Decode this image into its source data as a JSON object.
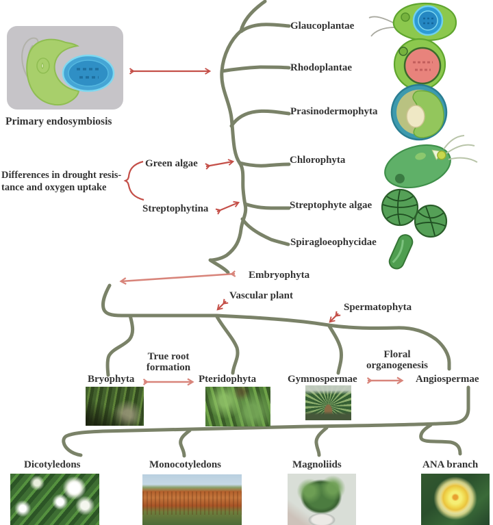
{
  "diagram": {
    "endosymbiosis_label": "Primary endosymbiosis",
    "note_line1": "Differences in drought resis-",
    "note_line2": "tance and oxygen uptake",
    "green_algae": "Green algae",
    "streptophytina": "Streptophytina",
    "vascular_plant": "Vascular plant",
    "spermatophyta": "Spermatophyta",
    "clades": [
      {
        "label": "Glaucoplantae",
        "icon": "glaucophyte-cell-icon"
      },
      {
        "label": "Rhodoplantae",
        "icon": "red-alga-cell-icon"
      },
      {
        "label": "Prasinodermophyta",
        "icon": "prasinoderm-cell-icon"
      },
      {
        "label": "Chlorophyta",
        "icon": "chlamydomonas-cell-icon"
      },
      {
        "label": "Streptophyte algae",
        "icon": "streptophyte-algae-cells-icon"
      },
      {
        "label": "Spiragloeophycidae",
        "icon": "spiragloea-cell-icon"
      },
      {
        "label": "Embryophyta",
        "icon": "none"
      }
    ],
    "land_plants": [
      {
        "label": "Bryophyta",
        "photo": "moss-photo"
      },
      {
        "label": "Pteridophyta",
        "photo": "fern-photo"
      },
      {
        "label": "Gymnospermae",
        "photo": "cycad-photo"
      },
      {
        "label": "Angiospermae",
        "photo": "none"
      }
    ],
    "transitions": [
      {
        "line1": "True root",
        "line2": "formation"
      },
      {
        "line1": "Floral",
        "line2": "organogenesis"
      }
    ],
    "angiosperm_groups": [
      {
        "label": "Dicotyledons",
        "photo": "white-flowers-photo"
      },
      {
        "label": "Monocotyledons",
        "photo": "sorghum-field-photo"
      },
      {
        "label": "Magnoliids",
        "photo": "potted-plant-photo"
      },
      {
        "label": "ANA branch",
        "photo": "water-lily-photo"
      }
    ],
    "colors": {
      "branch": "#7a8268",
      "arrow": "#c44f48",
      "arrow_light": "#d8847a",
      "text": "#333333",
      "endosymbiosis_box": "#c6c4c8"
    }
  }
}
